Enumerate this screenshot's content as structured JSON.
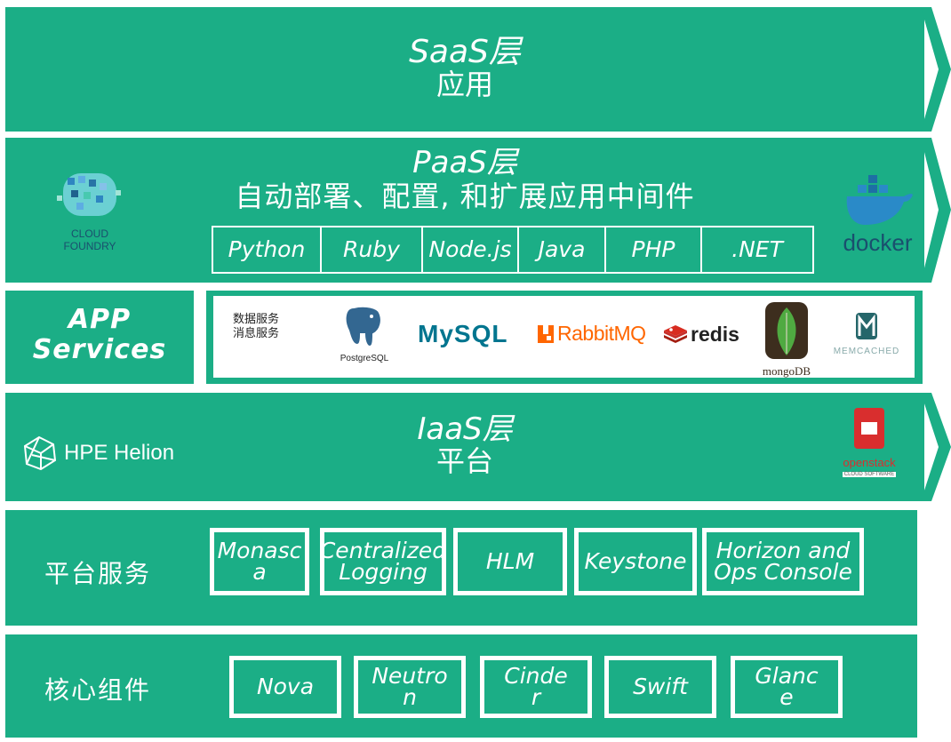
{
  "saas": {
    "name": "SaaS层",
    "desc": "应用"
  },
  "paas": {
    "name": "PaaS层",
    "desc": "自动部署、配置, 和扩展应用中间件",
    "languages": [
      "Python",
      "Ruby",
      "Node.js",
      "Java",
      "PHP",
      ".NET"
    ],
    "logo_left": "CLOUD FOUNDRY",
    "logo_right": "docker"
  },
  "app_services": {
    "label_line1": "APP",
    "label_line2": "Services",
    "text_line1": "数据服务",
    "text_line2": "消息服务",
    "postgres": "PostgreSQL",
    "mysql": "MySQL",
    "rabbitmq": "RabbitMQ",
    "redis": "redis",
    "mongodb": "mongoDB",
    "memcached": "MEMCACHED"
  },
  "iaas": {
    "name": "IaaS层",
    "desc": "平台",
    "logo_left": "HPE Helion",
    "logo_right": "openstack",
    "logo_right_sub": "CLOUD SOFTWARE"
  },
  "platform_services": {
    "label": "平台服务",
    "items": [
      "Monasca",
      "Centralized Logging",
      "HLM",
      "Keystone",
      "Horizon and Ops Console"
    ]
  },
  "core": {
    "label": "核心组件",
    "items": [
      "Nova",
      "Neutron",
      "Cinder",
      "Swift",
      "Glance"
    ]
  },
  "colors": {
    "band": "#1bae86",
    "white": "#ffffff"
  }
}
